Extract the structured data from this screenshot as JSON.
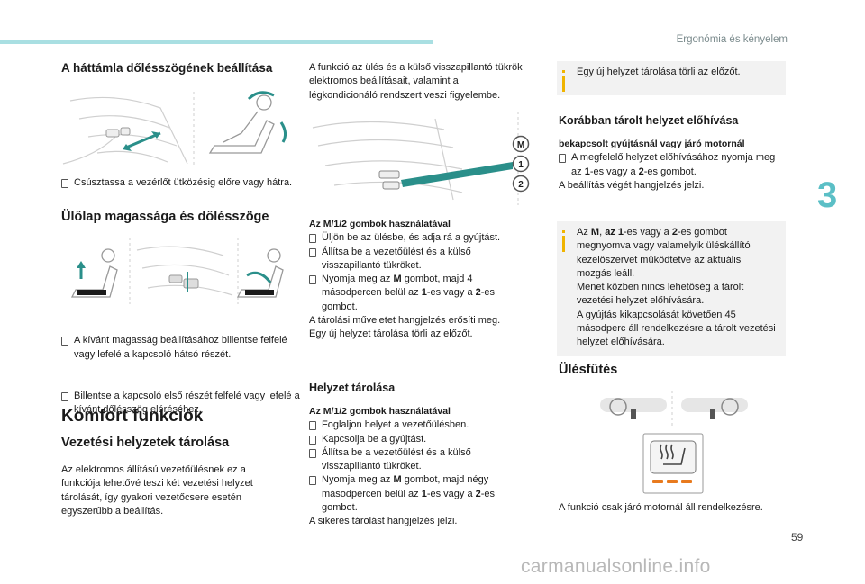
{
  "header": {
    "section": "Ergonómia és kényelem",
    "chapter": "3",
    "page": "59"
  },
  "col1": {
    "h_backrest": "A háttámla dőlésszögének beállítása",
    "backrest_b1": "Csúsztassa a vezérlőt ütközésig előre vagy hátra.",
    "h_seat": "Ülőlap magassága és dőlésszöge",
    "seat_b1": "A kívánt magasság beállításához billentse felfelé vagy lefelé a kapcsoló hátsó részét.",
    "seat_b2": "Billentse a kapcsoló első részét felfelé vagy lefelé a kívánt dőlésszög eléréséhez.",
    "h_comfort": "Komfort funkciók",
    "h_driving": "Vezetési helyzetek tárolása",
    "driving_p": "Az elektromos állítású vezetőülésnek ez a funkciója lehetővé teszi két vezetési helyzet tárolását, így gyakori vezetőcsere esetén egyszerűbb a beállítás."
  },
  "col2": {
    "intro": "A funkció az ülés és a külső visszapillantó tükrök elektromos beállításait, valamint a légkondicionáló rendszert veszi figyelembe.",
    "buttons": [
      "M",
      "1",
      "2"
    ],
    "sub1": "Az M/1/2 gombok használatával",
    "b1_1": "Üljön be az ülésbe, és adja rá a gyújtást.",
    "b1_2": "Állítsa be a vezetőülést és a külső visszapillantó tükröket.",
    "b1_3a": "Nyomja meg az ",
    "b1_3b": "M",
    "b1_3c": " gombot, majd 4 másodpercen belül az ",
    "b1_3d": "1",
    "b1_3e": "-es vagy a ",
    "b1_3f": "2",
    "b1_3g": "-es gombot.",
    "p1": "A tárolási műveletet hangjelzés erősíti meg.",
    "p2": "Egy új helyzet tárolása törli az előzőt.",
    "h_store": "Helyzet tárolása",
    "sub2": "Az M/1/2 gombok használatával",
    "b2_1": "Foglaljon helyet a vezetőülésben.",
    "b2_2": "Kapcsolja be a gyújtást.",
    "b2_3": "Állítsa be a vezetőülést és a külső visszapillantó tükröket.",
    "b2_4a": "Nyomja meg az ",
    "b2_4b": "M",
    "b2_4c": " gombot, majd négy másodpercen belül az ",
    "b2_4d": "1",
    "b2_4e": "-es vagy a ",
    "b2_4f": "2",
    "b2_4g": "-es gombot.",
    "p3": "A sikeres tárolást hangjelzés jelzi."
  },
  "col3": {
    "note1": "Egy új helyzet tárolása törli az előzőt.",
    "h_recall": "Korábban tárolt helyzet előhívása",
    "sub_recall": "bekapcsolt gyújtásnál vagy járó motornál",
    "recall_b1a": "A megfelelő helyzet előhívásához nyomja meg az ",
    "recall_b1b": "1",
    "recall_b1c": "-es vagy a ",
    "recall_b1d": "2",
    "recall_b1e": "-es gombot.",
    "recall_p": "A beállítás végét hangjelzés jelzi.",
    "note2_a": "Az ",
    "note2_b": "M",
    "note2_c": ", ",
    "note2_d": "az 1",
    "note2_e": "-es vagy a ",
    "note2_f": "2",
    "note2_g": "-es gombot megnyomva vagy valamelyik üléskállító kezelőszervet működtetve az aktuális mozgás leáll.",
    "note2_p2": "Menet közben nincs lehetőség a tárolt vezetési helyzet előhívására.",
    "note2_p3": "A gyújtás kikapcsolását követően 45 másodperc áll rendelkezésre a tárolt vezetési helyzet előhívására.",
    "h_heat": "Ülésfűtés",
    "heat_p": "A funkció csak járó motornál áll rendelkezésre."
  },
  "watermark": "carmanualsonline.info",
  "colors": {
    "accent": "#5bbfc6",
    "topbar": "#a9dfe2",
    "note_bg": "#f2f2f2",
    "note_icon": "#f0b400",
    "arrow": "#2a8f8a",
    "heat_led": "#e87a1e"
  }
}
